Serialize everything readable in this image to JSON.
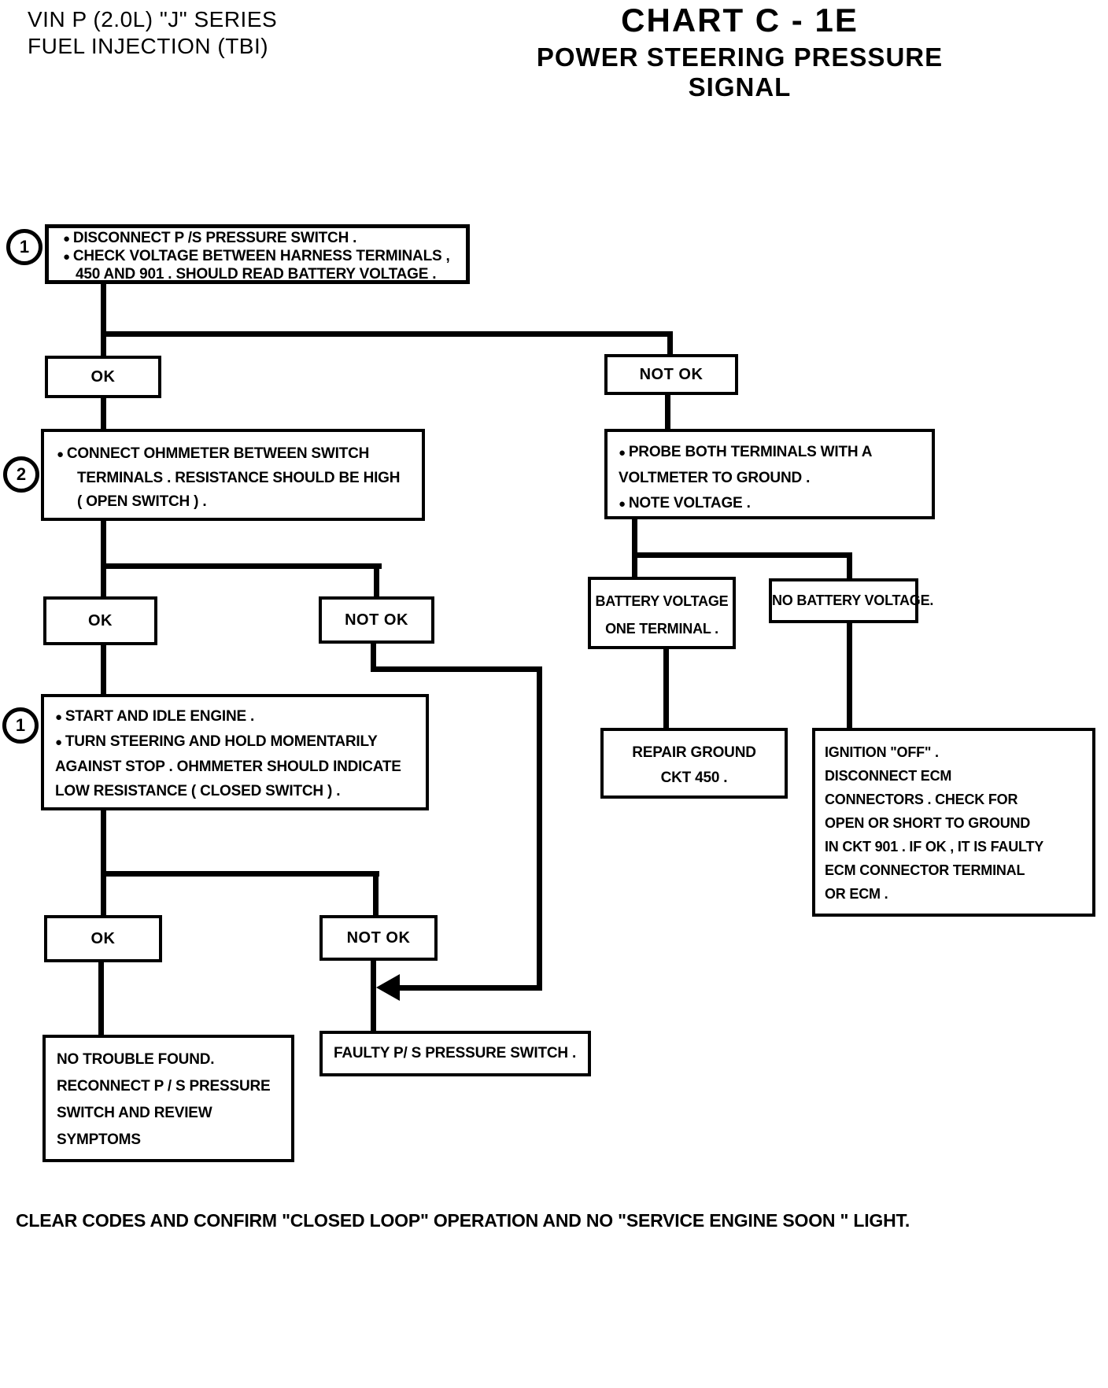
{
  "header": {
    "left_line1": "VIN P (2.0L) \"J\" SERIES",
    "left_line2": "FUEL INJECTION (TBI)",
    "title": "CHART C - 1E",
    "subtitle": "POWER STEERING PRESSURE SIGNAL"
  },
  "badges": {
    "step1": "1",
    "step2": "2",
    "step3": "1"
  },
  "decisions": {
    "ok1": "OK",
    "not_ok1": "NOT OK",
    "ok2": "OK",
    "not_ok2": "NOT OK",
    "ok3": "OK",
    "not_ok3": "NOT OK"
  },
  "boxes": {
    "step1": {
      "lines": [
        "DISCONNECT P /S PRESSURE SWITCH .",
        "CHECK VOLTAGE BETWEEN HARNESS TERMINALS ,",
        "450 AND 901 . SHOULD READ BATTERY VOLTAGE ."
      ]
    },
    "step2": {
      "lines": [
        "CONNECT OHMMETER BETWEEN SWITCH",
        "TERMINALS . RESISTANCE SHOULD BE HIGH",
        "( OPEN SWITCH ) ."
      ]
    },
    "probe": {
      "lines": [
        "PROBE BOTH TERMINALS WITH A",
        "VOLTMETER TO GROUND .",
        "NOTE VOLTAGE ."
      ]
    },
    "battery_one": {
      "lines": [
        "BATTERY VOLTAGE",
        "ONE TERMINAL ."
      ]
    },
    "no_battery": {
      "lines": [
        "NO BATTERY VOLTAGE."
      ]
    },
    "step3": {
      "lines": [
        "START AND IDLE ENGINE .",
        "TURN STEERING AND HOLD MOMENTARILY",
        "AGAINST STOP . OHMMETER SHOULD INDICATE",
        "LOW RESISTANCE  ( CLOSED SWITCH ) ."
      ]
    },
    "repair_ground": {
      "lines": [
        "REPAIR GROUND",
        "CKT 450 ."
      ]
    },
    "ignition_off": {
      "lines": [
        "IGNITION \"OFF\" .",
        "DISCONNECT  ECM",
        "CONNECTORS . CHECK FOR",
        "OPEN OR SHORT TO GROUND",
        "IN CKT 901 . IF OK , IT IS FAULTY",
        "ECM CONNECTOR TERMINAL",
        "OR ECM ."
      ]
    },
    "no_trouble": {
      "lines": [
        "NO TROUBLE FOUND.",
        "RECONNECT P / S  PRESSURE",
        "SWITCH AND REVIEW",
        "SYMPTOMS"
      ]
    },
    "faulty_switch": {
      "lines": [
        "FAULTY P/ S PRESSURE SWITCH ."
      ]
    }
  },
  "footer": "CLEAR CODES AND CONFIRM  \"CLOSED LOOP\" OPERATION AND NO \"SERVICE ENGINE SOON \" LIGHT."
}
